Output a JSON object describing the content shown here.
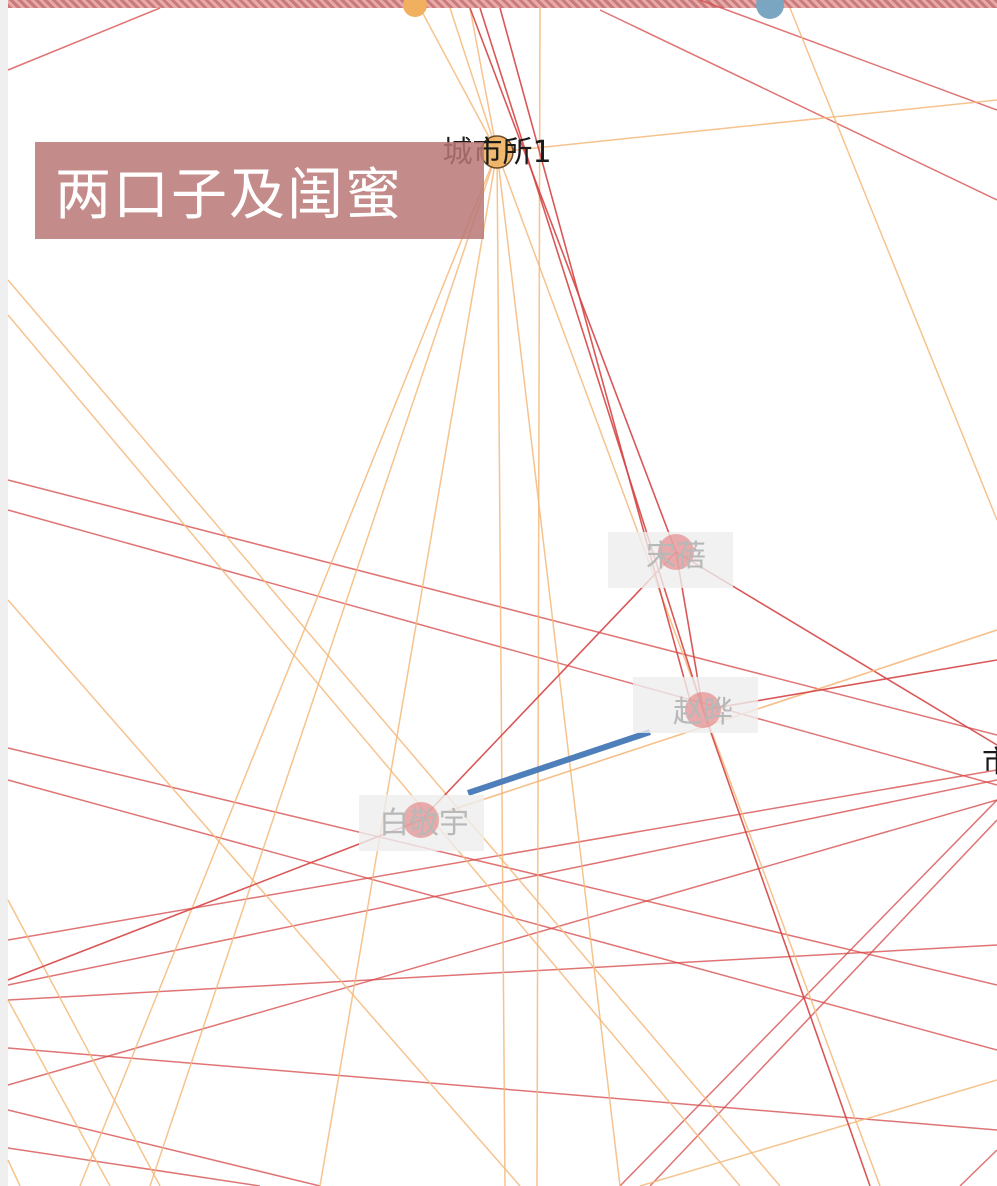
{
  "graph": {
    "title": "两口子及闺蜜",
    "colors": {
      "edge_red": "#d64545",
      "edge_orange": "#f5b87a",
      "highlight_edge": "#4f7fba",
      "node_red": "#e07070",
      "node_orange": "#f0b060",
      "node_blue": "#7aa6c2",
      "label_dim": "#b8b8b8",
      "label_dark": "#1a1a1a"
    },
    "nodes": [
      {
        "id": "city1",
        "label": "城市所1",
        "color": "orange",
        "dim": false
      },
      {
        "id": "songbei",
        "label": "宋蓓",
        "color": "red",
        "dim": true
      },
      {
        "id": "zhaoye",
        "label": "赵晔",
        "color": "red",
        "dim": true
      },
      {
        "id": "baijingyu",
        "label": "白敬宇",
        "color": "red",
        "dim": true
      },
      {
        "id": "right",
        "label": "市",
        "color": "red",
        "dim": false
      }
    ],
    "highlighted_edge": [
      "zhaoye",
      "baijingyu"
    ]
  }
}
